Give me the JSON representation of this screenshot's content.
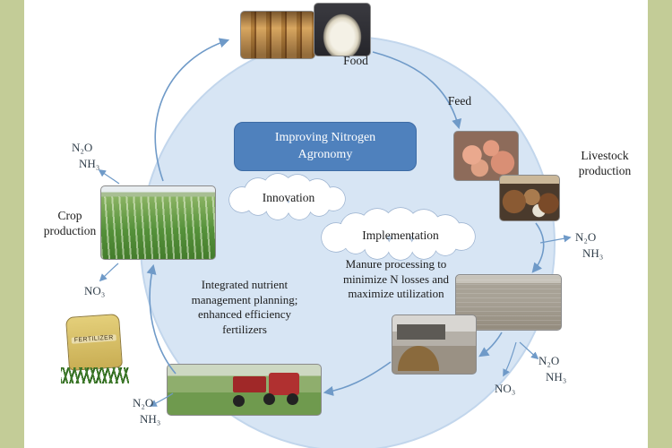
{
  "diagram": {
    "center_box": {
      "lines": [
        "Improving Nitrogen",
        "Agronomy"
      ]
    },
    "clouds": {
      "innovation": "Innovation",
      "implementation": "Implementation"
    },
    "labels": {
      "food": "Food",
      "feed": "Feed",
      "livestock": [
        "Livestock",
        "production"
      ],
      "crop": [
        "Crop",
        "production"
      ],
      "manure_note": [
        "Manure processing to",
        "minimize N losses and",
        "maximize utilization"
      ],
      "nutrient_note": [
        "Integrated nutrient",
        "management planning;",
        "enhanced efficiency",
        "fertilizers"
      ],
      "fertilizer_bag": "FERTILIZER"
    },
    "emissions": {
      "crop_air": [
        "N₂O",
        "NH₃"
      ],
      "crop_leach": "NO₃",
      "livestock_air": [
        "N₂O",
        "NH₃"
      ],
      "manure_air": [
        "N₂O",
        "NH₃"
      ],
      "manure_leach": "NO₃",
      "field_air": [
        "N₂O",
        "NH₃"
      ]
    },
    "colors": {
      "accent_blue": "#4f81bd",
      "circle_fill": "#d7e5f4",
      "side_bar": "#c3cc97",
      "arrow": "#6f9ac8"
    }
  }
}
